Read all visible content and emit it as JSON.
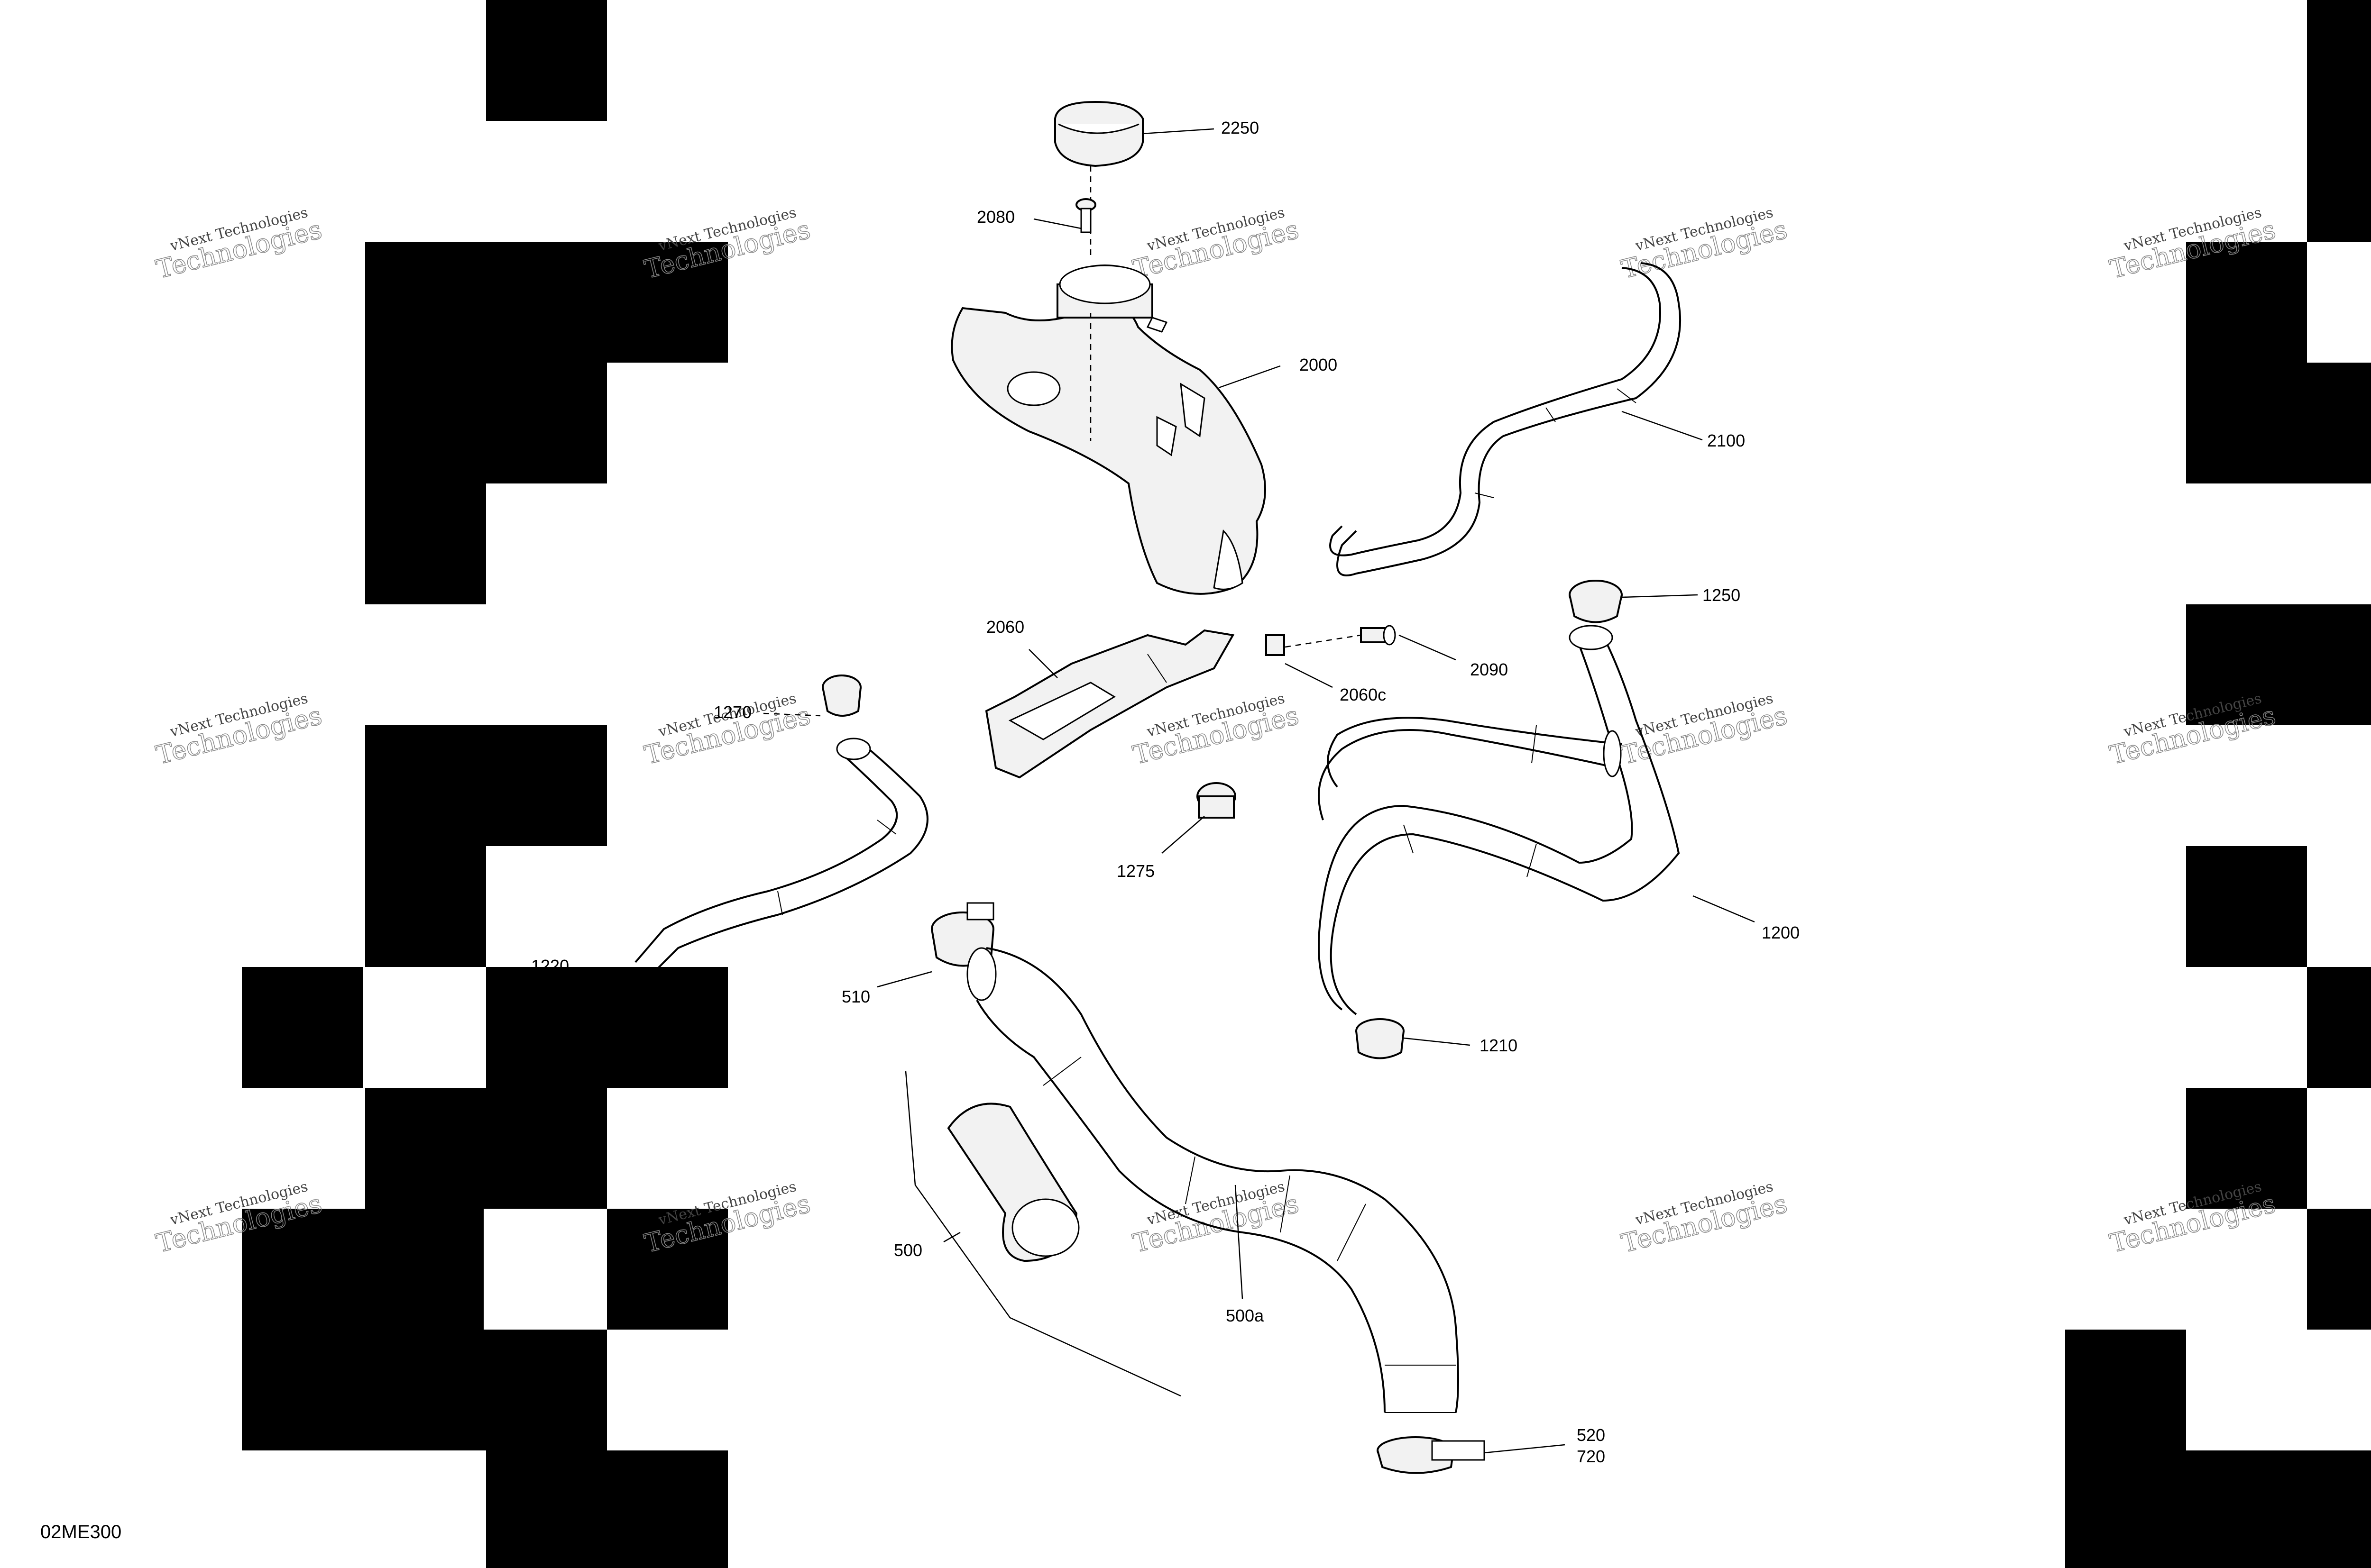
{
  "diagram": {
    "reference_code": "02ME300",
    "watermark": {
      "line1": "vNext Technologies",
      "line2": "Technologies"
    },
    "parts": [
      {
        "id": "2250"
      },
      {
        "id": "2080"
      },
      {
        "id": "2000"
      },
      {
        "id": "2100"
      },
      {
        "id": "1250"
      },
      {
        "id": "2060"
      },
      {
        "id": "2090"
      },
      {
        "id": "2060c"
      },
      {
        "id": "1270"
      },
      {
        "id": "1275"
      },
      {
        "id": "1200"
      },
      {
        "id": "1220"
      },
      {
        "id": "510"
      },
      {
        "id": "1210"
      },
      {
        "id": "500"
      },
      {
        "id": "500a"
      },
      {
        "id": "520"
      },
      {
        "id": "720"
      }
    ]
  }
}
